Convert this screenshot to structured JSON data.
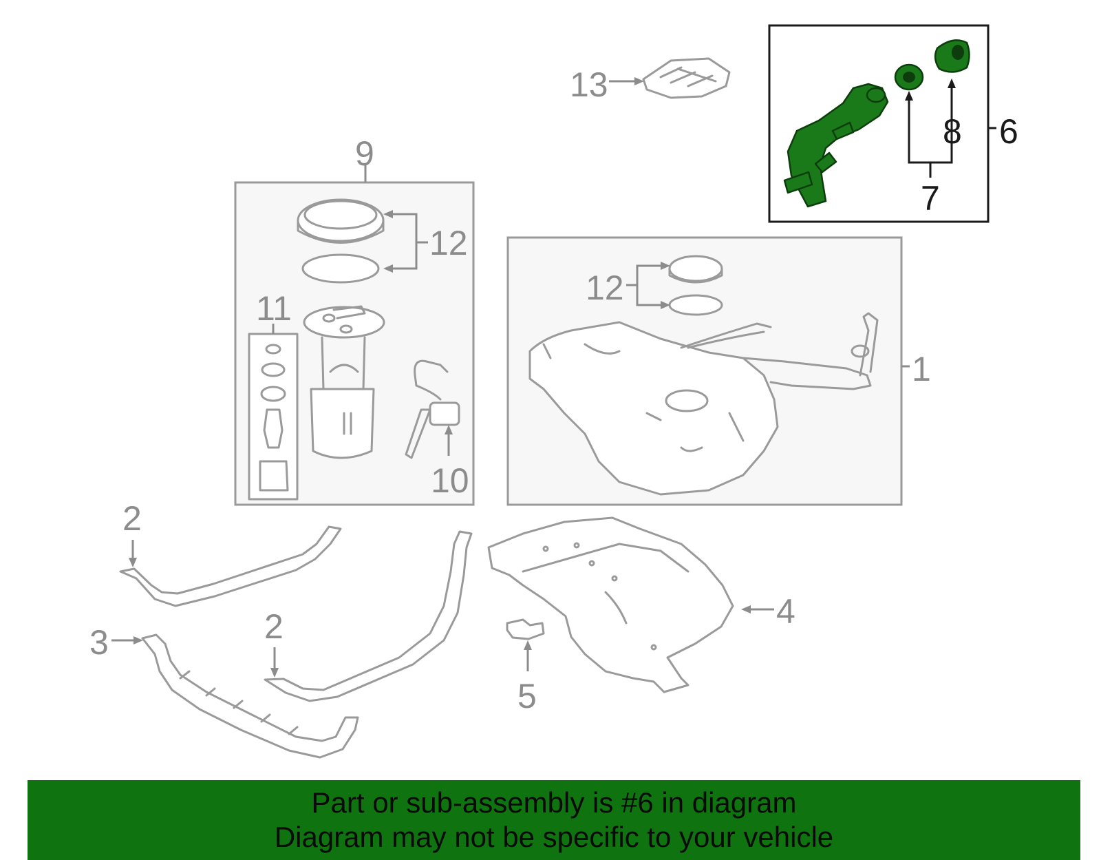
{
  "callouts": {
    "c1": "1",
    "c2a": "2",
    "c2b": "2",
    "c3": "3",
    "c4": "4",
    "c5": "5",
    "c6": "6",
    "c7": "7",
    "c8": "8",
    "c9": "9",
    "c10": "10",
    "c11": "11",
    "c12a": "12",
    "c12b": "12",
    "c13": "13"
  },
  "banner": {
    "line1": "Part or sub-assembly is #6 in diagram",
    "line2": "Diagram may not be specific to your vehicle"
  },
  "colors": {
    "highlight": "#1a7a1a",
    "banner": "#0f730f",
    "linework": "#9a9a9a"
  }
}
